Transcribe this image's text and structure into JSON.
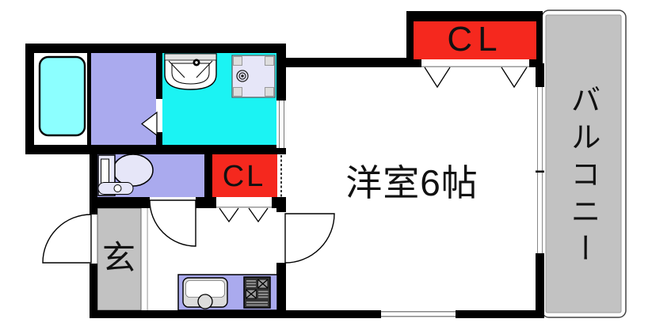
{
  "title": "apartment-floor-plan",
  "labels": {
    "western_room": "洋室6帖",
    "balcony": "バルコニー",
    "entrance": "玄",
    "closet_top": "CL",
    "closet_mid": "CL"
  },
  "colors": {
    "wall": "#000000",
    "closet_red": "#F5281E",
    "room_lavender": "#AAAAEE",
    "washroom_cyan": "#1BF3F3",
    "bathtub_cyan": "#8CFFFF",
    "fixture_lavender": "#E6E6F8",
    "balcony_gray": "#C2C2C2",
    "entrance_gray": "#C2C2C2",
    "sink_gray": "#DCDCDC",
    "stove_dark": "#333333"
  },
  "fixtures": {
    "bathtub": "bathtub",
    "washbasin": "washbasin",
    "washing_machine_pan": "washing-machine-pan",
    "toilet": "toilet",
    "kitchen_sink": "kitchen-sink",
    "stove": "gas-stove"
  }
}
